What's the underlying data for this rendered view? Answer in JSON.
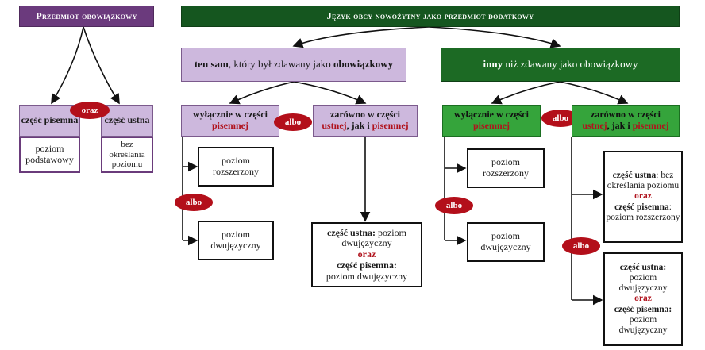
{
  "header_left": "Przedmiot obowiązkowy",
  "left": {
    "part_written": "część pisemna",
    "part_oral": "część ustna",
    "oraz": "oraz",
    "written_level": "poziom podstawowy",
    "oral_level": "bez określania poziomu"
  },
  "header_right": "Język obcy nowożytny jako przedmiot dodatkowy",
  "same": {
    "prefix": "ten sam",
    "middle": ", który był zdawany jako ",
    "suffix": "obowiązkowy"
  },
  "other": {
    "prefix": "inny",
    "suffix": " niż zdawany jako obowiązkowy"
  },
  "albo": "albo",
  "only_written": {
    "line1": "wyłącznie w części",
    "line2": "pisemnej"
  },
  "both": {
    "line1": "zarówno w części",
    "ustnej": "ustnej",
    "jak_i": ", jak i ",
    "pisemnej": "pisemnej"
  },
  "levels": {
    "extended": "poziom rozszerzony",
    "bilingual": "poziom dwujęzyczny"
  },
  "both_same_result": {
    "oral_label": "część ustna:",
    "oral_value": " poziom dwujęzyczny",
    "oraz": "oraz",
    "written_label": "część pisemna:",
    "written_value": "poziom dwujęzyczny"
  },
  "both_other_a": {
    "oral_label": "część ustna",
    "oral_value": ": bez określania poziomu",
    "oraz": "oraz",
    "written_label": "część pisemna",
    "written_value": ": poziom rozszerzony"
  },
  "both_other_b": {
    "oral_label": "część ustna:",
    "oral_value": "poziom dwujęzyczny",
    "oraz": "oraz",
    "written_label": "część pisemna:",
    "written_value": "poziom dwujęzyczny"
  },
  "colors": {
    "purple_header": "#6b3a7d",
    "lavender": "#cdb8dd",
    "dark_green": "#15561f",
    "light_green": "#35a43b",
    "red_accent": "#b30f1a"
  }
}
